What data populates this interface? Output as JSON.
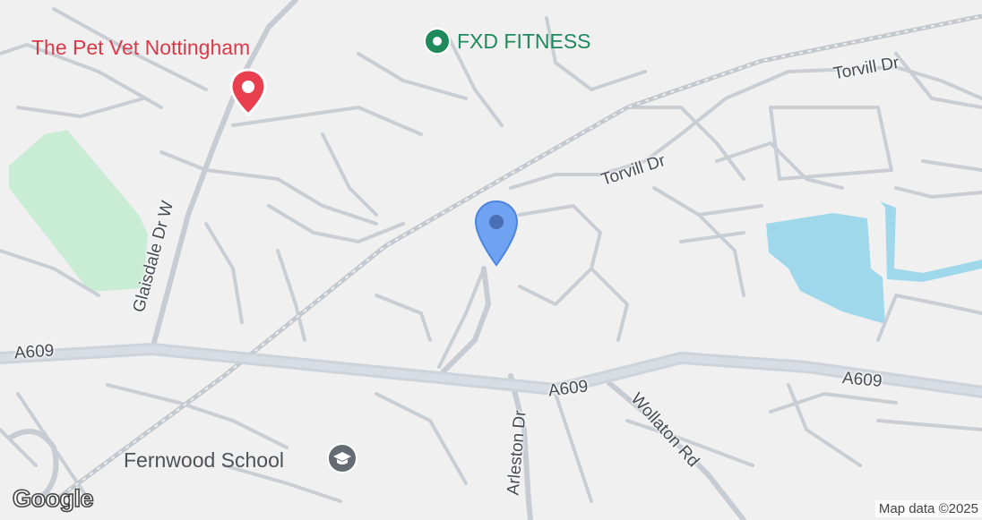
{
  "map": {
    "pois": {
      "vet": "The Pet Vet Nottingham",
      "fitness": "FXD FITNESS",
      "school": "Fernwood School"
    },
    "roads": {
      "a609_west": "A609",
      "a609_center": "A609",
      "a609_east": "A609",
      "torvill_upper": "Torvill Dr",
      "torvill_lower": "Torvill Dr",
      "glaisdale": "Glaisdale Dr W",
      "arleston": "Arleston Dr",
      "wollaton": "Wollaton Rd"
    },
    "attribution": "Map data ©2025",
    "logo": "Google",
    "colors": {
      "background": "#f1f0f1",
      "road": "#c7ccd3",
      "main_road": "#cdd3da",
      "park": "#c9ecd4",
      "water": "#9fd8ea",
      "vet_pin": "#e8404f",
      "fitness_pin": "#1e8a5c",
      "location_pin": "#6fa2f0"
    },
    "icons": {
      "vet": "red-place-pin-icon",
      "fitness": "green-place-pin-icon",
      "school": "school-icon",
      "location": "blue-location-pin-icon"
    }
  }
}
